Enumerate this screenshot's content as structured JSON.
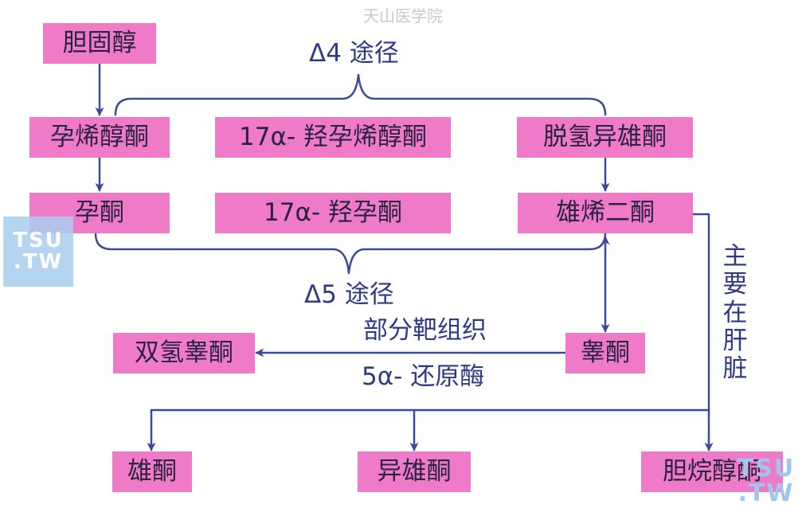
{
  "watermark": {
    "top": "天山医学院",
    "badge_line1": "TSU",
    "badge_line2": ".TW"
  },
  "colors": {
    "box": "#ef7ac7",
    "line": "#3b4a9a",
    "text": "#2f3a86"
  },
  "nodes": {
    "cholesterol": "胆固醇",
    "pregnenolone": "孕烯醇酮",
    "hydroxypregnenolone": "17α- 羟孕烯醇酮",
    "dhea": "脱氢异雄酮",
    "progesterone": "孕酮",
    "hydroxyprogesterone": "17α- 羟孕酮",
    "androstenedione": "雄烯二酮",
    "testosterone": "睾酮",
    "dihydrotestosterone": "双氢睾酮",
    "androsterone": "雄酮",
    "isoandrosterone": "异雄酮",
    "etiocholanolone": "胆烷醇酮"
  },
  "labels": {
    "delta4": "Δ4 途径",
    "delta5": "Δ5 途径",
    "target_tissue": "部分靶组织",
    "reductase": "5α- 还原酶",
    "liver": "主要在肝脏"
  }
}
